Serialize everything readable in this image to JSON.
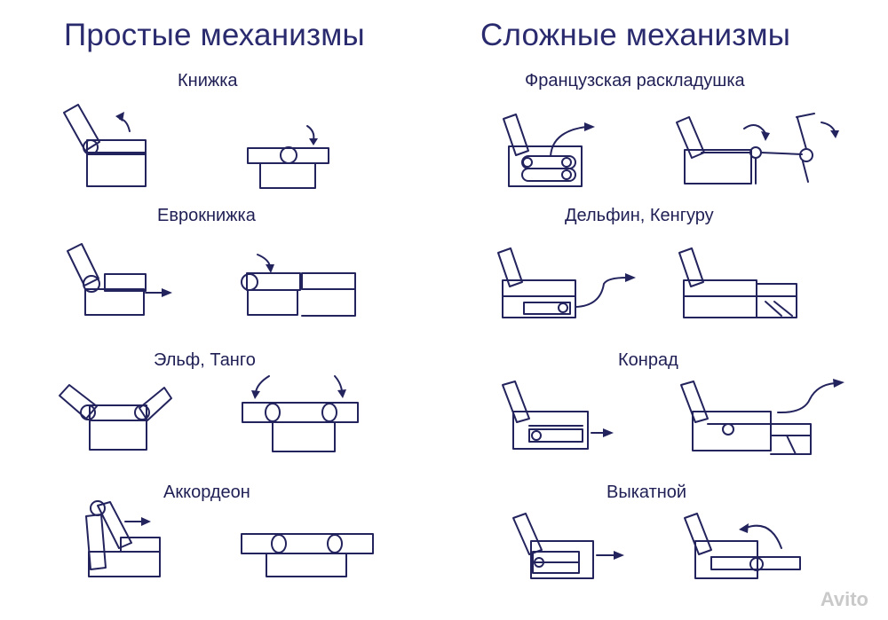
{
  "titles": {
    "simple": "Простые механизмы",
    "complex": "Сложные механизмы"
  },
  "simple_mechanisms": [
    {
      "name": "Книжка"
    },
    {
      "name": "Еврокнижка"
    },
    {
      "name": "Эльф, Танго"
    },
    {
      "name": "Аккордеон"
    }
  ],
  "complex_mechanisms": [
    {
      "name": "Французская раскладушка"
    },
    {
      "name": "Дельфин, Кенгуру"
    },
    {
      "name": "Конрад"
    },
    {
      "name": "Выкатной"
    }
  ],
  "watermark": "Avito",
  "colors": {
    "ink": "#23235e",
    "title": "#2a2a6e",
    "watermark": "#c9c9c9"
  }
}
